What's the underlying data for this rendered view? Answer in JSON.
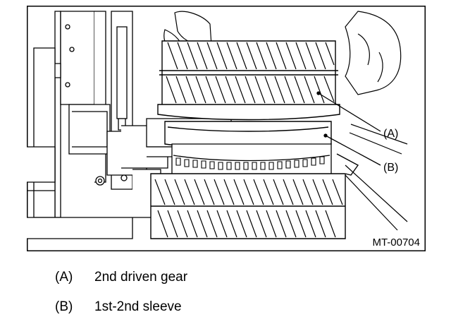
{
  "figure": {
    "figure_id": "MT-00704",
    "callouts": [
      {
        "key": "(A)"
      },
      {
        "key": "(B)"
      }
    ]
  },
  "legend": [
    {
      "key": "(A)",
      "text": "2nd driven gear"
    },
    {
      "key": "(B)",
      "text": "1st-2nd sleeve"
    }
  ],
  "colors": {
    "ink": "#000000",
    "paper": "#ffffff"
  }
}
